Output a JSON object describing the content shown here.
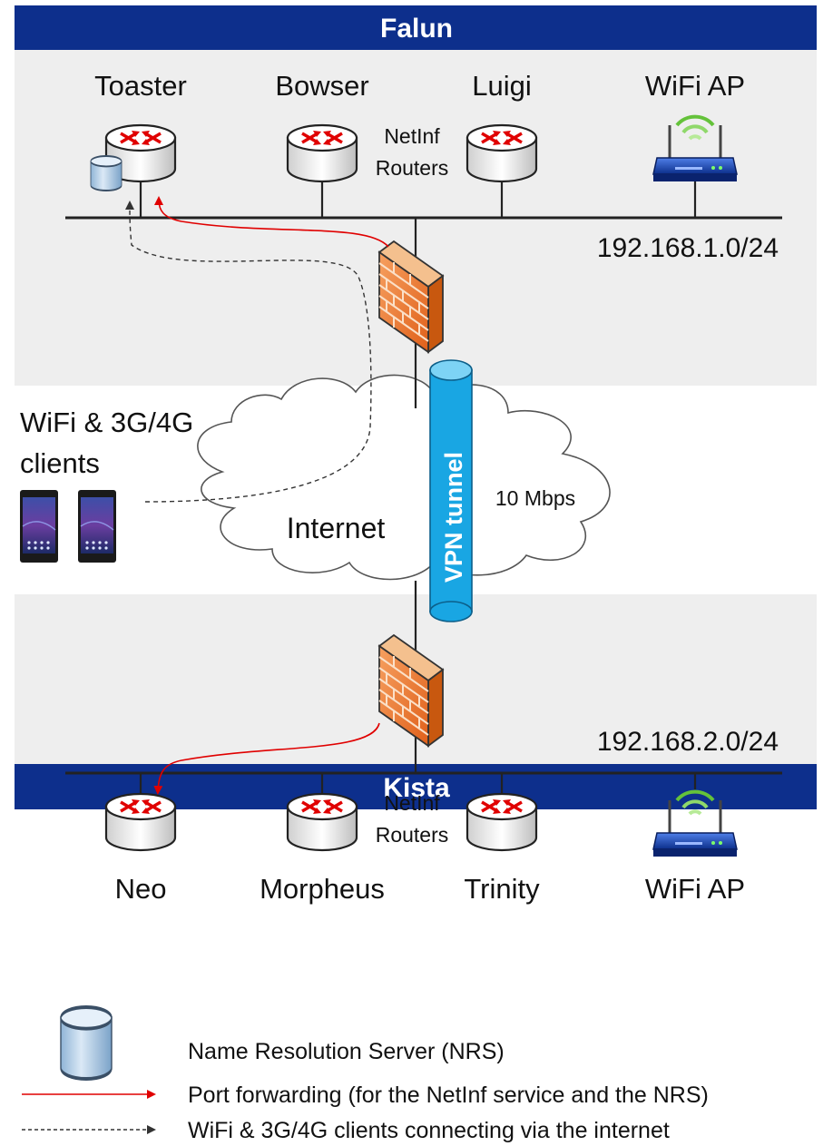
{
  "sites": {
    "top": {
      "name": "Falun",
      "subnet": "192.168.1.0/24"
    },
    "bottom": {
      "name": "Kista",
      "subnet": "192.168.2.0/24"
    }
  },
  "top_nodes": {
    "toaster": "Toaster",
    "bowser": "Bowser",
    "luigi": "Luigi",
    "wifi_ap": "WiFi AP",
    "netinf_line1": "NetInf",
    "netinf_line2": "Routers"
  },
  "bottom_nodes": {
    "neo": "Neo",
    "morpheus": "Morpheus",
    "trinity": "Trinity",
    "wifi_ap": "WiFi AP",
    "netinf_line1": "NetInf",
    "netinf_line2": "Routers"
  },
  "clients": {
    "line1": "WiFi & 3G/4G",
    "line2": "clients"
  },
  "internet": {
    "label": "Internet",
    "vpn_label": "VPN tunnel",
    "bandwidth": "10 Mbps"
  },
  "legend": {
    "nrs": "Name Resolution Server (NRS)",
    "port_forwarding": "Port forwarding (for the NetInf service and the NRS)",
    "clients_via_internet": "WiFi & 3G/4G clients connecting via the internet"
  },
  "colors": {
    "banner": "#0d2f8c",
    "site_bg": "#eeeeee",
    "forward_arrow": "#e00000",
    "vpn": "#1aa3e0",
    "firewall": "#e8732c",
    "router_arrows": "#e00000"
  },
  "icons": {
    "router": "router-icon",
    "firewall": "firewall-icon",
    "wifi_ap": "wifi-router-icon",
    "nrs": "database-cylinder-icon",
    "phone": "smartphone-icon",
    "cloud": "cloud-icon"
  }
}
